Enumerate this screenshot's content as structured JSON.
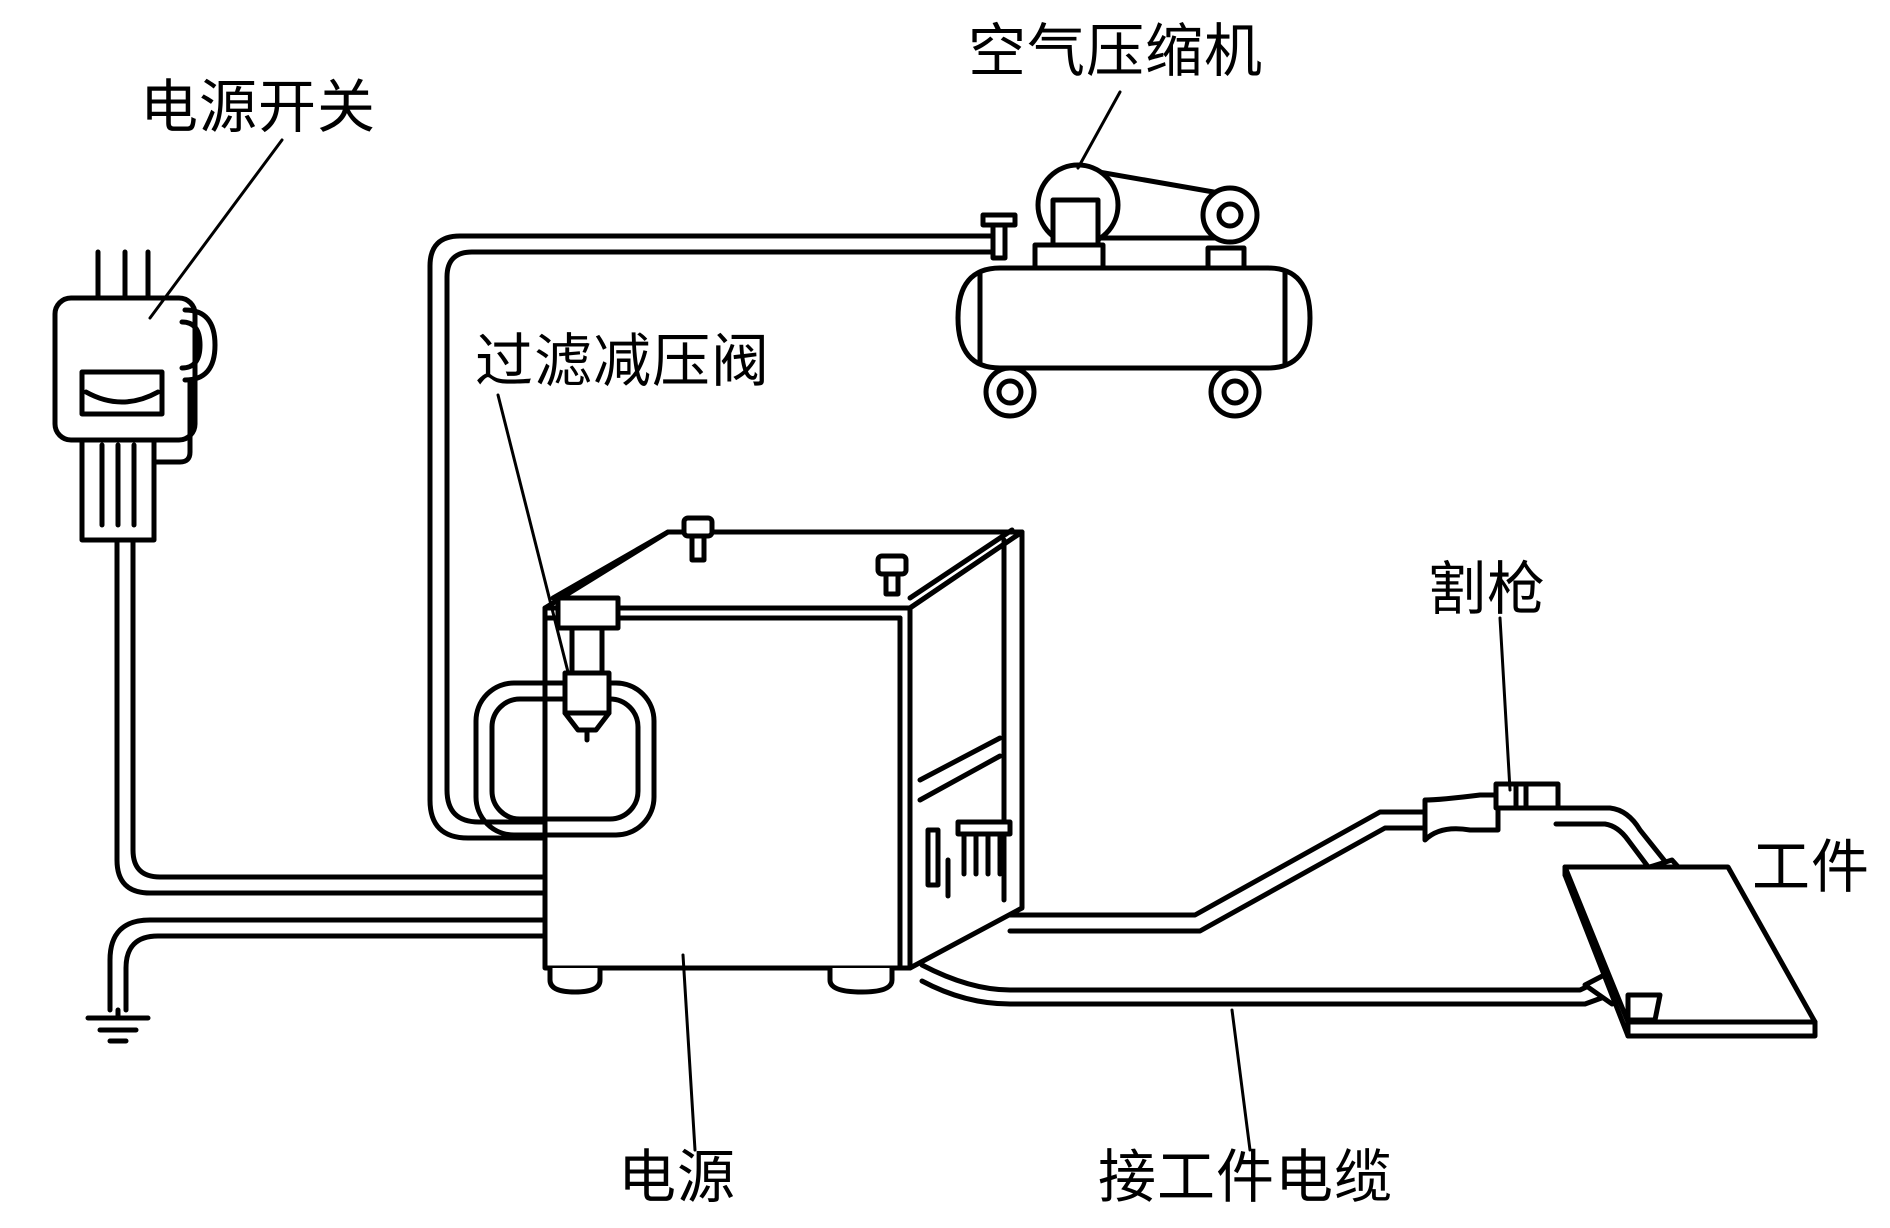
{
  "diagram": {
    "labels": {
      "power_switch": "电源开关",
      "air_compressor": "空气压缩机",
      "filter_regulator": "过滤减压阀",
      "cutting_torch": "割枪",
      "workpiece": "工件",
      "power_source": "电源",
      "work_cable": "接工件电缆"
    }
  }
}
